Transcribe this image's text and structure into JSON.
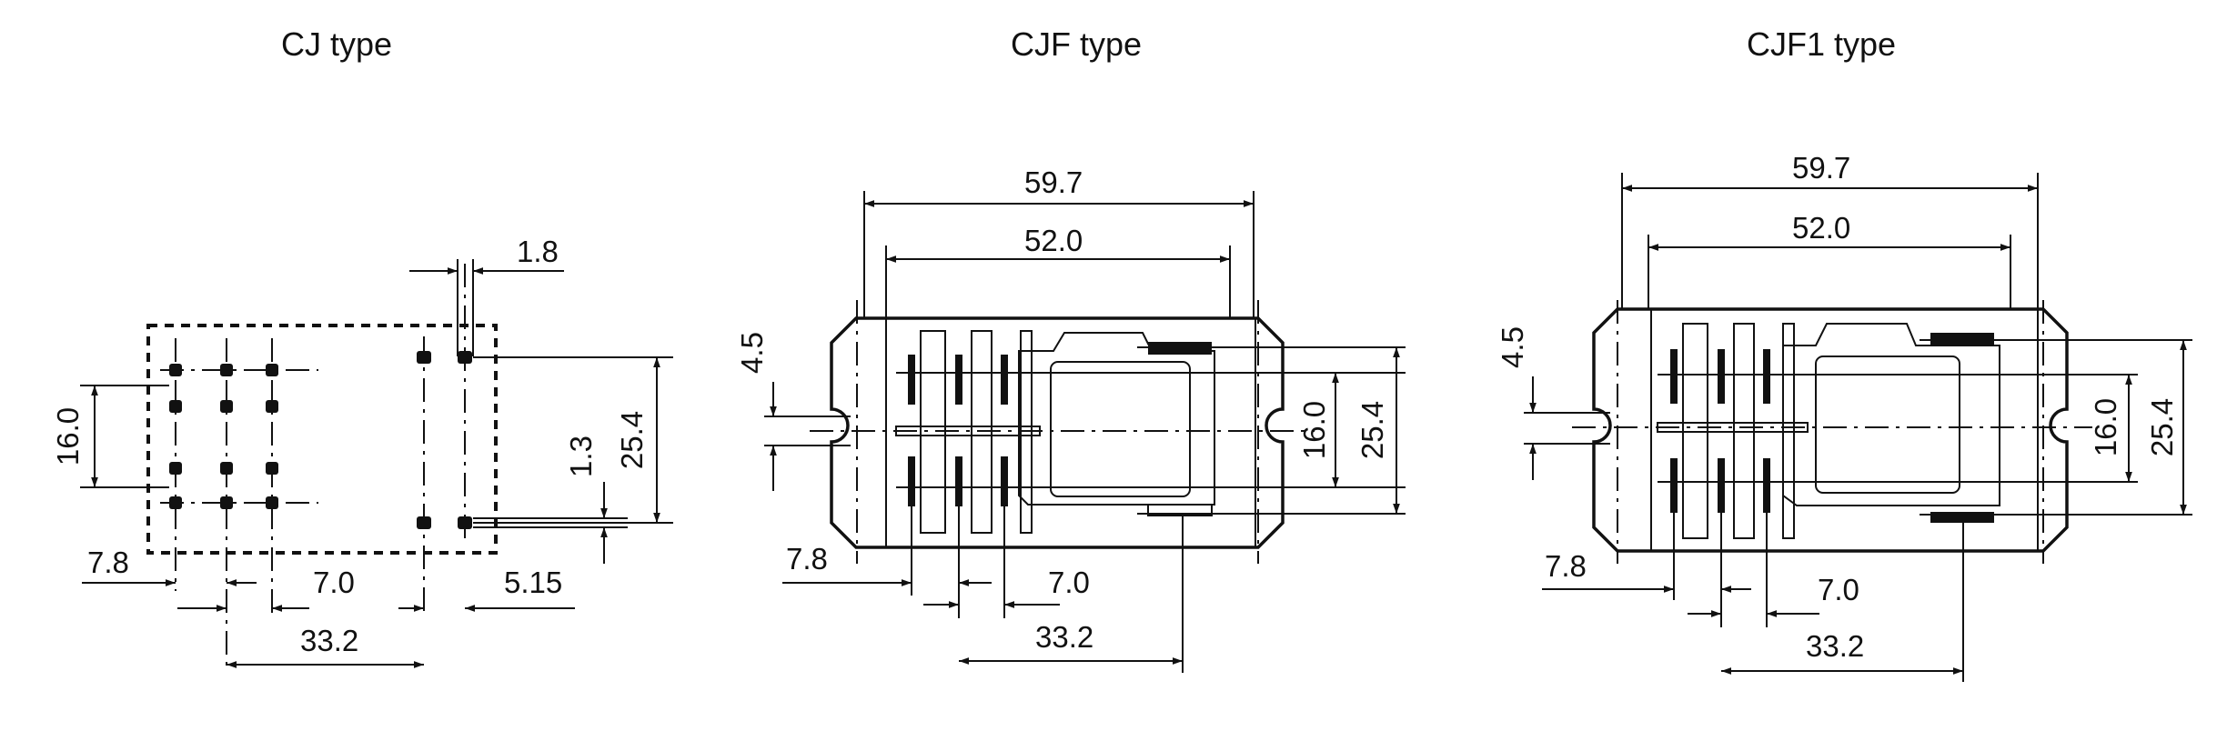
{
  "panels": [
    {
      "title": "CJ type",
      "dims": {
        "d1": "1.8",
        "d2": "16.0",
        "d3": "1.3",
        "d4": "25.4",
        "d5": "7.8",
        "d6": "7.0",
        "d7": "5.15",
        "d8": "33.2"
      }
    },
    {
      "title": "CJF type",
      "dims": {
        "w1": "59.7",
        "w2": "52.0",
        "h1": "4.5",
        "h2": "16.0",
        "h3": "25.4",
        "b1": "7.8",
        "b2": "7.0",
        "b3": "33.2"
      }
    },
    {
      "title": "CJF1 type",
      "dims": {
        "w1": "59.7",
        "w2": "52.0",
        "h1": "4.5",
        "h2": "16.0",
        "h3": "25.4",
        "b1": "7.8",
        "b2": "7.0",
        "b3": "33.2"
      }
    }
  ]
}
